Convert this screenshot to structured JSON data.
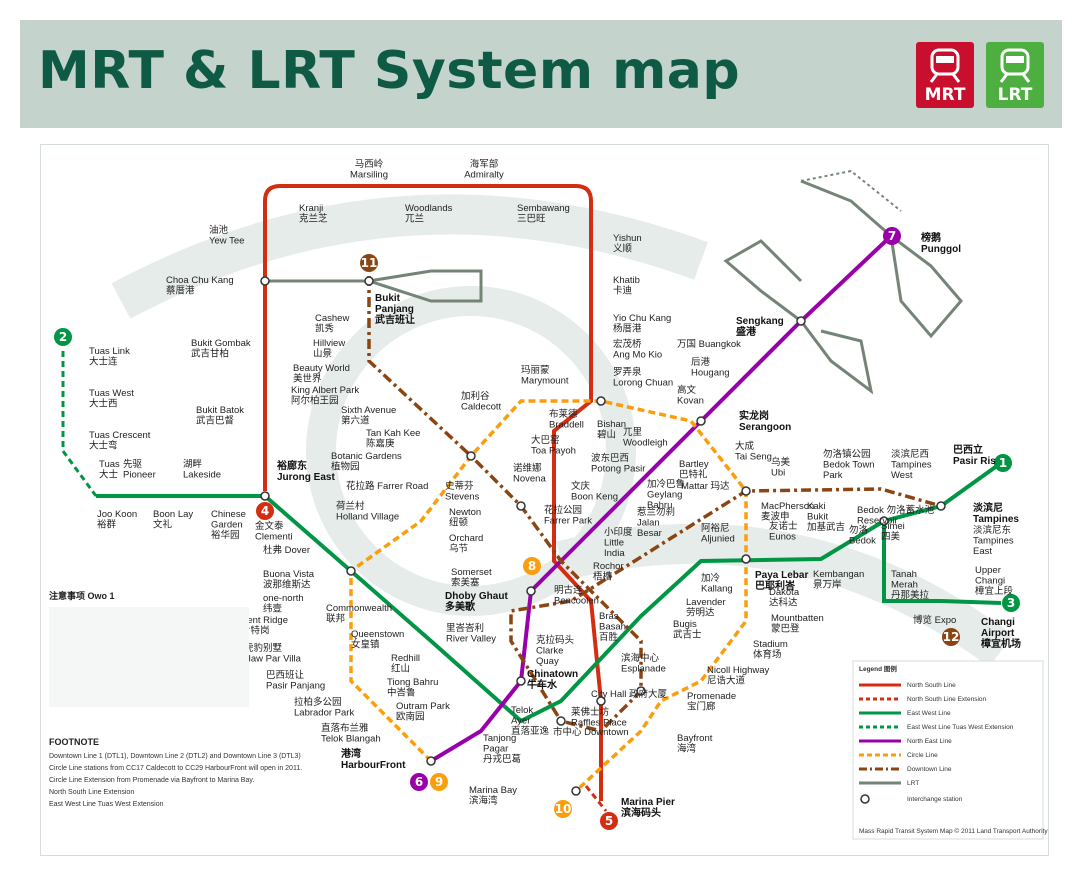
{
  "header": {
    "title": "MRT & LRT System map",
    "mrt_label": "MRT",
    "lrt_label": "LRT",
    "mrt_color": "#c8102e",
    "lrt_color": "#4caf3f"
  },
  "colors": {
    "north_south": "#d42e12",
    "east_west": "#009645",
    "north_east": "#9900aa",
    "circle": "#fa9e0d",
    "downtown": "#8b4513",
    "lrt": "#748477",
    "header_bg": "#c4d4cc",
    "title_text": "#0f5a45"
  },
  "line_numbers": [
    "1",
    "2",
    "3",
    "4",
    "5",
    "6",
    "7",
    "8",
    "9",
    "10",
    "11",
    "12"
  ],
  "stations": {
    "marsiling": "马西岭\nMarsiling",
    "admiralty": "海军部\nAdmiralty",
    "kranji": "Kranji\n克兰芝",
    "woodlands": "Woodlands\n兀兰",
    "sembawang": "Sembawang\n三巴旺",
    "yew_tee": "油池\nYew Tee",
    "yishun": "Yishun\n义顺",
    "khatib": "Khatib\n卡迪",
    "choa_chu_kang": "Choa Chu Kang\n蔡厝港",
    "bukit_panjang": "Bukit\nPanjang\n武吉班让",
    "cashew": "Cashew\n凯秀",
    "hillview": "Hillview\n山景",
    "beauty_world": "Beauty World\n美世界",
    "king_albert_park": "King Albert Park\n阿尔柏王园",
    "sixth_avenue": "Sixth Avenue\n第六道",
    "tan_kah_kee": "Tan Kah Kee\n陈嘉庚",
    "botanic_gardens": "Botanic Gardens\n植物园",
    "farrer_road": "花拉路 Farrer Road",
    "holland_village": "荷兰村\nHolland Village",
    "bukit_gombak": "Bukit Gombak\n武吉甘柏",
    "bukit_batok": "Bukit Batok\n武吉巴督",
    "jurong_east": "裕廊东\nJurong East",
    "clementi": "金文泰\nClementi",
    "dover": "杜弗 Dover",
    "buona_vista": "Buona Vista\n波那维斯达",
    "one_north": "one-north\n纬壹",
    "commonwealth": "Commonwealth\n联邦",
    "queenstown": "Queenstown\n女皇镇",
    "redhill": "Redhill\n红山",
    "tiong_bahru": "Tiong Bahru\n中峇鲁",
    "outram_park": "Outram Park\n欧南园",
    "kent_ridge": "Kent Ridge\n肯特岗",
    "haw_par_villa": "虎豹别墅\nHaw Par Villa",
    "pasir_panjang": "巴西班让\nPasir Panjang",
    "labrador_park": "拉柏多公园\nLabrador Park",
    "telok_blangah": "直落布兰雅\nTelok Blangah",
    "harbourfront": "港湾\nHarbourFront",
    "tuas_link": "Tuas Link\n大士连",
    "tuas_west": "Tuas West\n大士西",
    "tuas_crescent": "Tuas Crescent\n大士弯",
    "tuas": "Tuas\n大士",
    "pioneer": "先驱\nPioneer",
    "lakeside": "湖畔\nLakeside",
    "joo_koon": "Joo Koon\n裕群",
    "boon_lay": "Boon Lay\n文礼",
    "chinese_garden": "Chinese\nGarden\n裕华园",
    "caldecott": "加利谷\nCaldecott",
    "marymount": "玛丽蒙\nMarymount",
    "stevens": "史蒂芬\nStevens",
    "newton": "Newton\n纽顿",
    "orchard": "Orchard\n乌节",
    "somerset": "Somerset\n索美塞",
    "dhoby_ghaut": "Dhoby Ghaut\n多美歌",
    "river_valley": "里峇峇利\nRiver Valley",
    "clarke_quay": "克拉码头\nClarke\nQuay",
    "chinatown": "Chinatown\n牛车水",
    "telok_ayer": "Telok\nAyer\n直落亚逸",
    "tanjong_pagar": "Tanjong\nPagar\n丹戎巴葛",
    "marina_bay": "Marina Bay\n滨海湾",
    "marina_pier": "Marina Pier\n滨海码头",
    "downtown": "市中心 Downtown",
    "raffles_place": "莱佛士坊\nRaffles Place",
    "city_hall": "City Hall 政府大厦",
    "bras_basah": "Bras\nBasah\n百胜",
    "esplanade": "滨海中心\nEsplanade",
    "promenade": "Promenade\n宝门廊",
    "bayfront": "Bayfront\n海湾",
    "nicoll_highway": "Nicoll Highway\n尼诰大道",
    "stadium": "Stadium\n体育场",
    "mountbatten": "Mountbatten\n蒙巴登",
    "dakota": "Dakota\n达科达",
    "paya_lebar": "Paya Lebar\n巴耶利峇",
    "eunos": "友诺士\nEunos",
    "kembangan": "Kembangan\n景万岸",
    "bedok": "勿洛\nBedok",
    "tanah_merah": "Tanah\nMerah\n丹那美拉",
    "simei": "Simei\n四美",
    "tampines": "淡滨尼\nTampines",
    "pasir_ris": "巴西立\nPasir Ris",
    "expo": "博览 Expo",
    "changi_airport": "Changi\nAirport\n樟宜机场",
    "upper_changi": "Upper\nChangi\n樟宜上段",
    "tampines_east": "淡滨尼东\nTampines\nEast",
    "tampines_west": "淡滨尼西\nTampines\nWest",
    "bedok_reservoir": "Bedok 勿洛蓄水池\nReservoir",
    "bedok_town_park": "勿洛镇公园\nBedok Town\nPark",
    "kaki_bukit": "Kaki\nBukit\n加基武吉",
    "macpherson": "MacPherson\n麦波申",
    "ubi": "乌美\nUbi",
    "tai_seng": "大成\nTai Seng",
    "aljunied": "阿裕尼\nAljunied",
    "kallang": "加冷\nKallang",
    "lavender": "Lavender\n劳明达",
    "bugis": "Bugis\n武吉士",
    "bendemeer": "明古连\nBencoolen",
    "rochor": "Rochor\n梧槽",
    "little_india": "小印度\nLittle\nIndia",
    "farrer_park": "花拉公园\nFarrer Park",
    "boon_keng": "文庆\nBoon Keng",
    "potong_pasir": "波东巴西\nPotong Pasir",
    "woodleigh": "兀里\nWoodleigh",
    "bartley": "Bartley\n巴特礼",
    "jalan_besar": "惹兰勿刹\nJalan\nBesar",
    "geylang_bahru": "加冷巴鲁\nGeylang\nBahru",
    "mattar": "Mattar 玛达",
    "serangoon": "实龙岗\nSerangoon",
    "kovan": "高文\nKovan",
    "hougang": "后港\nHougang",
    "buangkok": "万国 Buangkok",
    "sengkang": "Sengkang\n盛港",
    "punggol": "榜鹅\nPunggol",
    "lorong_chuan": "罗弄泉\nLorong Chuan",
    "bishan": "Bishan\n碧山",
    "braddell": "布莱德\nBraddell",
    "toa_payoh": "大巴窑\nToa Payoh",
    "novena": "诺维娜\nNovena",
    "ang_mo_kio": "宏茂桥\nAng Mo Kio",
    "yio_chu_kang": "Yio Chu Kang\n杨厝港"
  },
  "notes": {
    "heading": "注意事项 Owo 1",
    "footnote_heading": "FOOTNOTE",
    "lines": [
      "Downtown Line 1 (DTL1), Downtown Line 2 (DTL2) and Downtown Line 3 (DTL3)",
      "Circle Line stations from CC17 Caldecott to CC29 HarbourFront will open in 2011.",
      "Circle Line Extension from Promenade via Bayfront to Marina Bay.",
      "North South Line Extension",
      "East West Line Tuas West Extension"
    ]
  },
  "legend": {
    "title": "Legend 图例",
    "items": [
      "North South Line",
      "North South Line Extension",
      "East West Line",
      "East West Line Tuas West Extension",
      "North East Line",
      "Circle Line",
      "Downtown Line",
      "LRT",
      "Interchange station"
    ]
  },
  "footer": {
    "copyright": "Mass Rapid Transit System Map © 2011 Land Transport Authority Singapore"
  }
}
